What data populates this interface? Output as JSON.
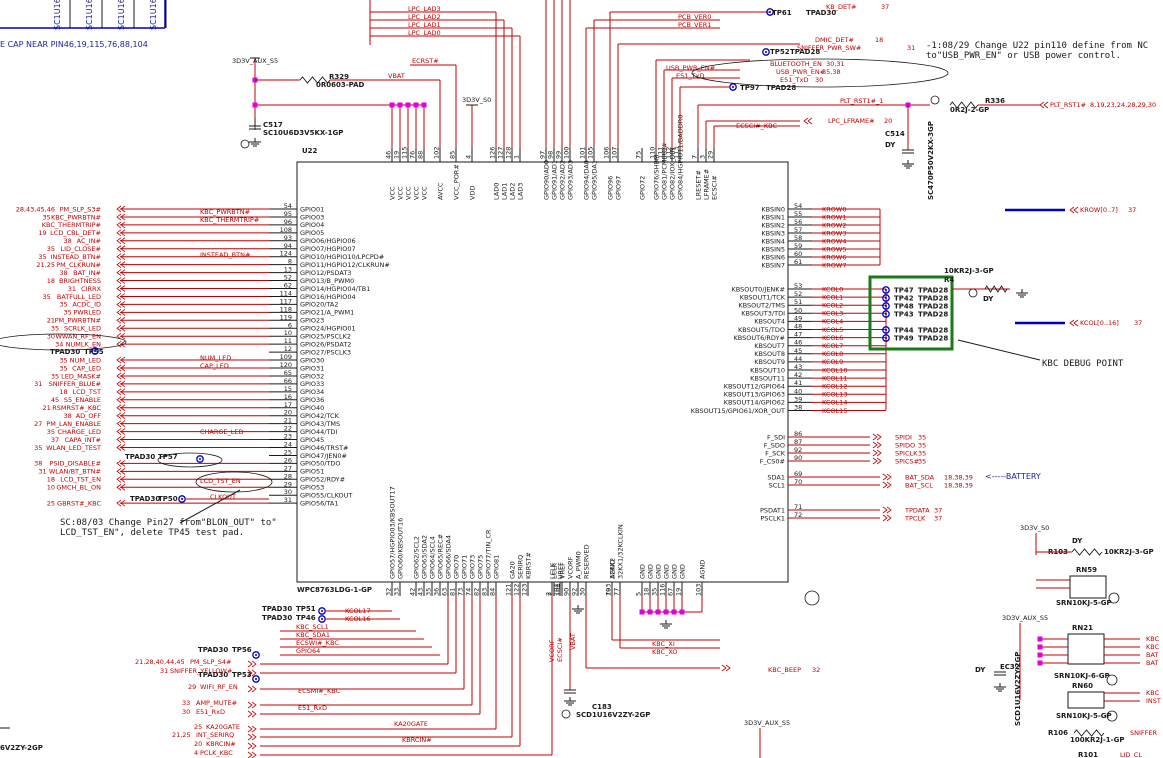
{
  "colors": {
    "wire": "#c00000",
    "part": "#1a1a1a",
    "blue": "#0000c0",
    "magenta": "#e000e0",
    "green": "#1a7a1a"
  },
  "chip": {
    "ref": "U22",
    "part": "WPC8763LDG-1-GP",
    "left_pins": [
      {
        "name": "GPIO01",
        "num": "54",
        "net": "PM_SLP_S3#",
        "ext": "28,43,45,46"
      },
      {
        "name": "GPIO03",
        "num": "95",
        "net": "KBC_PWRBTN#",
        "ext": "35"
      },
      {
        "name": "GPIO04",
        "num": "96",
        "net": "KBC_THERMTRIP#",
        "ext": ""
      },
      {
        "name": "GPIO05",
        "num": "108",
        "net": "LCD_CBL_DET#",
        "ext": "19"
      },
      {
        "name": "GPIO06/HGPIO06",
        "num": "93",
        "net": "AC_IN#",
        "ext": "38"
      },
      {
        "name": "GPIO07/HGPIO07",
        "num": "94",
        "net": "LID_CLOSE#",
        "ext": "35"
      },
      {
        "name": "GPIO10/HGPIO10/LPCPD#",
        "num": "124",
        "net": "INSTEAD_BTN#",
        "ext": "35"
      },
      {
        "name": "GPIO11/HGPIO12/CLKRUN#",
        "num": "8",
        "net": "PM_CLKRUN#",
        "ext": "21,25"
      },
      {
        "name": "GPIO12/PSDAT3",
        "num": "13",
        "net": "BAT_IN#",
        "ext": "38"
      },
      {
        "name": "GPIO13/B_PWM0",
        "num": "52",
        "net": "BRIGHTNESS",
        "ext": "18"
      },
      {
        "name": "GPIO14/HGPIO04/TB1",
        "num": "62",
        "net": "CIRRX",
        "ext": "31"
      },
      {
        "name": "GPIO16/HGPIO04",
        "num": "114",
        "net": "BATFULL_LED",
        "ext": "35"
      },
      {
        "name": "GPIO20/TA2",
        "num": "117",
        "net": "ACDC_ID",
        "ext": "35"
      },
      {
        "name": "GPIO21/A_PWM1",
        "num": "118",
        "net": "PWRLED",
        "ext": "35"
      },
      {
        "name": "GPIO23",
        "num": "119",
        "net": "PM_PWRBTN#",
        "ext": "21"
      },
      {
        "name": "GPIO24/HGPIO01",
        "num": "6",
        "net": "SCRLK_LED",
        "ext": "35"
      },
      {
        "name": "GPIO25/PSCLK2",
        "num": "10",
        "net": "WWAN_RF_EN",
        "ext": "30"
      },
      {
        "name": "GPIO26/PSDAT2",
        "num": "11",
        "net": "NUMLK_EN",
        "ext": "34"
      },
      {
        "name": "GPIO27/PSCLK3",
        "num": "12",
        "net": "",
        "ext": ""
      },
      {
        "name": "GPIO30",
        "num": "109",
        "net": "NUM_LED",
        "ext": "35"
      },
      {
        "name": "GPIO31",
        "num": "120",
        "net": "CAP_LED",
        "ext": "35"
      },
      {
        "name": "GPIO32",
        "num": "65",
        "net": "LED_MASK#",
        "ext": "35"
      },
      {
        "name": "GPIO33",
        "num": "66",
        "net": "SNIFFER_BLUE#",
        "ext": "31"
      },
      {
        "name": "GPIO34",
        "num": "15",
        "net": "LCD_TST",
        "ext": "18"
      },
      {
        "name": "GPIO36",
        "num": "16",
        "net": "S5_ENABLE",
        "ext": "45"
      },
      {
        "name": "GPIO40",
        "num": "17",
        "net": "RSMRST#_KBC",
        "ext": "21"
      },
      {
        "name": "GPIO42/TCK",
        "num": "20",
        "net": "AD_OFF",
        "ext": "38"
      },
      {
        "name": "GPIO43/TMS",
        "num": "21",
        "net": "PM_LAN_ENABLE",
        "ext": "27"
      },
      {
        "name": "GPIO44/TDI",
        "num": "22",
        "net": "CHARGE_LED",
        "ext": "35"
      },
      {
        "name": "GPIO45",
        "num": "23",
        "net": "CAPA_INT#",
        "ext": "37"
      },
      {
        "name": "GPIO46/TRST#",
        "num": "24",
        "net": "WLAN_LED_TEST",
        "ext": "35"
      },
      {
        "name": "GPIO47/JEN0#",
        "num": "25",
        "net": "",
        "ext": ""
      },
      {
        "name": "GPIO50/TDO",
        "num": "26",
        "net": "PSID_DISABLE#",
        "ext": "38"
      },
      {
        "name": "GPIO51",
        "num": "27",
        "net": "WLAN/BT_BTN#",
        "ext": "31"
      },
      {
        "name": "GPIO52/RDY#",
        "num": "28",
        "net": "LCD_TST_EN",
        "ext": "18"
      },
      {
        "name": "GPIO53",
        "num": "29",
        "net": "GMCH_BL_ON",
        "ext": "10"
      },
      {
        "name": "GPIO55/CLKOUT",
        "num": "30",
        "net": "",
        "ext": ""
      },
      {
        "name": "GPIO56/TA1",
        "num": "31",
        "net": "GBRST#_KBC",
        "ext": "25"
      }
    ],
    "inner_nets": {
      "kbc_pwrbtn": "KBC_PWRBTN#",
      "kbc_thermtrip": "KBC_THERMTRIP#",
      "instead": "INSTEAD_BTN#",
      "num_led": "NUM_LED",
      "cap_led": "CAP_LED",
      "charge_led": "CHARGE_LED",
      "lcd_tst_en": "LCD_TST_EN",
      "clkout": "CLKOUT"
    },
    "right_krow": [
      {
        "name": "KBSIN0",
        "num": "54",
        "net": "KROW0"
      },
      {
        "name": "KBSIN1",
        "num": "55",
        "net": "KROW1"
      },
      {
        "name": "KBSIN2",
        "num": "56",
        "net": "KROW2"
      },
      {
        "name": "KBSIN3",
        "num": "57",
        "net": "KROW3"
      },
      {
        "name": "KBSIN4",
        "num": "58",
        "net": "KROW4"
      },
      {
        "name": "KBSIN5",
        "num": "59",
        "net": "KROW5"
      },
      {
        "name": "KBSIN6",
        "num": "60",
        "net": "KROW6"
      },
      {
        "name": "KBSIN7",
        "num": "61",
        "net": "KROW7"
      }
    ],
    "right_kcol": [
      {
        "name": "KBSOUT0/JENK#",
        "num": "53",
        "net": "KCOL0"
      },
      {
        "name": "KBSOUT1/TCK",
        "num": "52",
        "net": "KCOL1"
      },
      {
        "name": "KBSOUT2/TMS",
        "num": "51",
        "net": "KCOL2"
      },
      {
        "name": "KBSOUT3/TDI",
        "num": "50",
        "net": "KCOL3"
      },
      {
        "name": "KBSOUT4",
        "num": "49",
        "net": "KCOL4"
      },
      {
        "name": "KBSOUT5/TDO",
        "num": "48",
        "net": "KCOL5"
      },
      {
        "name": "KBSOUT6/RDY#",
        "num": "47",
        "net": "KCOL6"
      },
      {
        "name": "KBSOUT7",
        "num": "46",
        "net": "KCOL7"
      },
      {
        "name": "KBSOUT8",
        "num": "45",
        "net": "KCOL8"
      },
      {
        "name": "KBSOUT9",
        "num": "44",
        "net": "KCOL9"
      },
      {
        "name": "KBSOUT10",
        "num": "43",
        "net": "KCOL10"
      },
      {
        "name": "KBSOUT11",
        "num": "42",
        "net": "KCOL11"
      },
      {
        "name": "KBSOUT12/GPIO64",
        "num": "41",
        "net": "KCOL12"
      },
      {
        "name": "KBSOUT13/GPIO63",
        "num": "40",
        "net": "KCOL13"
      },
      {
        "name": "KBSOUT14/GPIO62",
        "num": "39",
        "net": "KCOL14"
      },
      {
        "name": "KBSOUT15/GPIO61/XOR_OUT",
        "num": "38",
        "net": "KCOL15"
      }
    ],
    "right_spi": [
      {
        "name": "F_SDI",
        "num": "86",
        "net": "SPIDI",
        "ext": "35"
      },
      {
        "name": "F_SDO",
        "num": "87",
        "net": "SPIDO",
        "ext": "35"
      },
      {
        "name": "F_SCK",
        "num": "92",
        "net": "SPICLK",
        "ext": "35"
      },
      {
        "name": "F_CS0#",
        "num": "90",
        "net": "SPICS#",
        "ext": "35"
      }
    ],
    "right_smb": [
      {
        "name": "SDA1",
        "num": "69",
        "net": "BAT_SDA",
        "ext": "18,38,39"
      },
      {
        "name": "SCL1",
        "num": "70",
        "net": "BAT_SCL",
        "ext": "18,38,39"
      }
    ],
    "right_ps": [
      {
        "name": "PSDAT1",
        "num": "71",
        "net": "TPDATA",
        "ext": "37"
      },
      {
        "name": "PSCLK1",
        "num": "72",
        "net": "TPCLK",
        "ext": "37"
      }
    ],
    "top_pins": [
      {
        "name": "VCC",
        "num": "46"
      },
      {
        "name": "VCC",
        "num": "19"
      },
      {
        "name": "VCC",
        "num": "115"
      },
      {
        "name": "VCC",
        "num": "76"
      },
      {
        "name": "VCC",
        "num": "88"
      },
      {
        "name": "AVCC",
        "num": "102"
      },
      {
        "name": "VCC_POR#",
        "num": "85"
      },
      {
        "name": "VDD",
        "num": "4"
      },
      {
        "name": "LAD0",
        "num": "126"
      },
      {
        "name": "LAD1",
        "num": "127"
      },
      {
        "name": "LAD2",
        "num": "128"
      },
      {
        "name": "LAD3",
        "num": "1"
      },
      {
        "name": "GPIO90/AD0",
        "num": "97"
      },
      {
        "name": "GPIO91/AD1",
        "num": "98"
      },
      {
        "name": "GPIO92/AD2",
        "num": "99"
      },
      {
        "name": "GPIO93/AD3",
        "num": "100"
      },
      {
        "name": "GPIO94/DA0",
        "num": "101"
      },
      {
        "name": "GPIO95/DA1",
        "num": "105"
      },
      {
        "name": "GPIO96",
        "num": "106"
      },
      {
        "name": "GPIO97",
        "num": "107"
      },
      {
        "name": "GPIO72",
        "num": "75"
      },
      {
        "name": "GPIO76/SHBM",
        "num": "110"
      },
      {
        "name": "GPIO81/PCMIRQ#",
        "num": "111"
      },
      {
        "name": "GPIO82/IOX_DIN",
        "num": "112"
      },
      {
        "name": "GPIO84/HGPIO11/BADDR0",
        "num": "113"
      },
      {
        "name": "LRESET#",
        "num": "7"
      },
      {
        "name": "LFRAME#",
        "num": "3"
      },
      {
        "name": "ECSCI#",
        "num": "29"
      }
    ],
    "bottom_pins": [
      {
        "name": "GPIO57/HGPIO03/KBSOUT17",
        "num": "32"
      },
      {
        "name": "GPIO60/KBSOUT16",
        "num": "33"
      },
      {
        "name": "GPIO62/SCL2",
        "num": "42"
      },
      {
        "name": "GPIO63/SDA2",
        "num": "43"
      },
      {
        "name": "GPIO64/SCL4",
        "num": "35"
      },
      {
        "name": "GPIO65/REC#",
        "num": "36"
      },
      {
        "name": "GPIO66/SDA4",
        "num": "63"
      },
      {
        "name": "GPIO70",
        "num": "81"
      },
      {
        "name": "GPIO71",
        "num": "73"
      },
      {
        "name": "GPIO73",
        "num": "74"
      },
      {
        "name": "GPIO75",
        "num": "82"
      },
      {
        "name": "GPIO77/TIN_CR",
        "num": "83"
      },
      {
        "name": "GPIO81",
        "num": "84"
      },
      {
        "name": "GA20",
        "num": "121"
      },
      {
        "name": "SERIRQ",
        "num": "122"
      },
      {
        "name": "KBRST#",
        "num": "123"
      },
      {
        "name": "LCLK",
        "num": "2"
      },
      {
        "name": "VREF",
        "num": "104"
      },
      {
        "name": "AGND",
        "num": "103"
      }
    ],
    "bottom_right_labels": [
      "LCLK",
      "VREF",
      "VCORF",
      "A_PWM0",
      "RESERVED",
      "32KX2",
      "32KX1/32KCLKIN",
      "GND",
      "GND",
      "GND",
      "GND",
      "GND",
      "GND",
      "AGND"
    ],
    "bottom_right_nums": [
      "2",
      "104",
      "90",
      "92",
      "30",
      "79",
      "77",
      "5",
      "18",
      "35",
      "116",
      "67",
      "19",
      "103"
    ]
  },
  "top": {
    "lpc": [
      "LPC_LAD3",
      "LPC_LAD2",
      "LPC_LAD1",
      "LPC_LAD0"
    ],
    "pcb": [
      "PCB_VER0",
      "PCB_VER1"
    ],
    "dmic": "DMIC_DET#",
    "dmic_ref": "18",
    "sniffer": "SNIFFER_PWR_SW#",
    "sniffer_ref": "31",
    "bt": "BLUETOOTH_EN",
    "bt_ref": "30,31",
    "usb_pwr": "USB_PWR_EN#",
    "usb_pwr_ref": "35,38",
    "e51_txd": "E51_TxD",
    "e51_ref": "30",
    "plt": "PLT_RST1#_1",
    "plt_ext": "PLT_RST1#",
    "plt_ref": "8,19,23,24,28,29,30",
    "lpc_lframe": "LPC_LFRAME#",
    "lpc_lframe_ref": "20",
    "ecsci": "ECSCI#_KBC",
    "kb_det": "KB_DET#",
    "kb_det_ref": "37",
    "vbat": "VBAT",
    "ecrst": "ECRST#",
    "aux_s5": "3D3V_AUX_S5",
    "v_s0": "3D3V_S0",
    "r329": "R329",
    "r329_val": "0R0603-PAD",
    "c517": "C517",
    "c517_val": "SC10U6D3V5KX-1GP",
    "r336": "R336",
    "r336_val": "0R2J-2-GP",
    "c514": "C514",
    "c514_val": "SC470P50V2KX-3GP",
    "dy": "DY",
    "tp61": "TP61",
    "tp52": "TP52",
    "tp97": "TP97",
    "tpad28": "TPAD28",
    "tpad30": "TPAD30",
    "cap_note": "E CAP NEAR PIN46,19,115,76,88,104",
    "note1": "-1:08/29 Change U22 pin110 define from NC",
    "note2": "to\"USB_PWR_EN\" or USB power control."
  },
  "debug": {
    "label": "KBC DEBUG POINT",
    "r_val": "10KR2J-3-GP",
    "r_ref": "R4",
    "krow_bus": "KROW[0..7]",
    "krow_ref": "37",
    "kcol_bus": "KCOL[0..16]",
    "kcol_ref": "37",
    "tps": [
      {
        "tp": "TP47",
        "pad": "TPAD28"
      },
      {
        "tp": "TP42",
        "pad": "TPAD28"
      },
      {
        "tp": "TP48",
        "pad": "TPAD28"
      },
      {
        "tp": "TP43",
        "pad": "TPAD28"
      },
      {
        "tp": "TP44",
        "pad": "TPAD28"
      },
      {
        "tp": "TP49",
        "pad": "TPAD28"
      }
    ]
  },
  "battery": "<-----BATTERY",
  "left_extra": {
    "tp_wwan": "TPAD30",
    "tp_wwan_ref": "TP55",
    "tp57": "TP57",
    "tp50": "TP50",
    "note_sc1": "SC:08/03 Change Pin27 from\"BLON_OUT\" to\"",
    "note_sc2": "LCD_TST_EN\", delete TP45 test pad."
  },
  "bottom": {
    "tp51": "TP51",
    "tp46": "TP46",
    "tp56": "TP56",
    "tp53": "TP53",
    "kcol17": "KCOL17",
    "kcol16": "KCOL16",
    "kbc_scl1": "KBC_SCL1",
    "kbc_sda1": "KBC_SDA1",
    "ecswi": "ECSWI#_KBC",
    "gpio64": "GPIO64",
    "pm_slp_s4": "PM_SLP_S4#",
    "pm_slp_s4_ref": "21,28,40,44,45",
    "sniffer_yellow": "SNIFFER_YELLOW#",
    "sniffer_yellow_ref": "31",
    "wifi_rf": "WIFI_RF_EN",
    "wifi_rf_ref": "29",
    "ecsmi": "ECSMI#_KBC",
    "amp_mute": "AMP_MUTE#",
    "amp_mute_ref": "33",
    "e51_rxd": "E51_RxD",
    "e51_rxd_ref": "30",
    "ka20": "KA20GATE",
    "ka20_ref": "25",
    "int_serirq": "INT_SERIRQ",
    "int_serirq_ref": "21,25",
    "kbrcin": "KBRCIN#",
    "kbrcin_ref": "20",
    "pclk": "PCLK_KBC",
    "pclk_ref": "4",
    "kbc_xi": "KBC_XI",
    "kbc_xo": "KBC_XO",
    "kbc_beep": "KBC_BEEP",
    "kbc_beep_ref": "32",
    "c183": "C183",
    "c183_val": "SCD1U16V2ZY-2GP",
    "aux_s5": "3D3V_AUX_S5",
    "left_cap": "6V2ZY-2GP"
  },
  "right_parts": {
    "v_s0": "3D3V_S0",
    "dy": "DY",
    "r103": "R103",
    "r103_val": "10KR2J-3-GP",
    "rn59": "RN59",
    "rn59_val": "SRN10KJ-5-GP",
    "aux_s5": "3D3V_AUX_S5",
    "rn21": "RN21",
    "rn21_val": "SRN10KJ-6-GP",
    "rn60": "RN60",
    "rn60_val": "SRN10KJ-5-GP",
    "ec32": "EC32",
    "ec32_val": "SCD1U16V2ZY-2GP",
    "r106": "R106",
    "r106_val": "100KR2J-1-GP",
    "r101": "R101",
    "nets": [
      "KBC",
      "KBC",
      "BAT",
      "BAT",
      "KBC",
      "INST"
    ],
    "sniffer": "SNIFFER",
    "lid": "LID_CL"
  },
  "top_left": {
    "caps": [
      "SC1U16V",
      "SC1U16V",
      "SC1U16V",
      "SC1U16V"
    ]
  }
}
